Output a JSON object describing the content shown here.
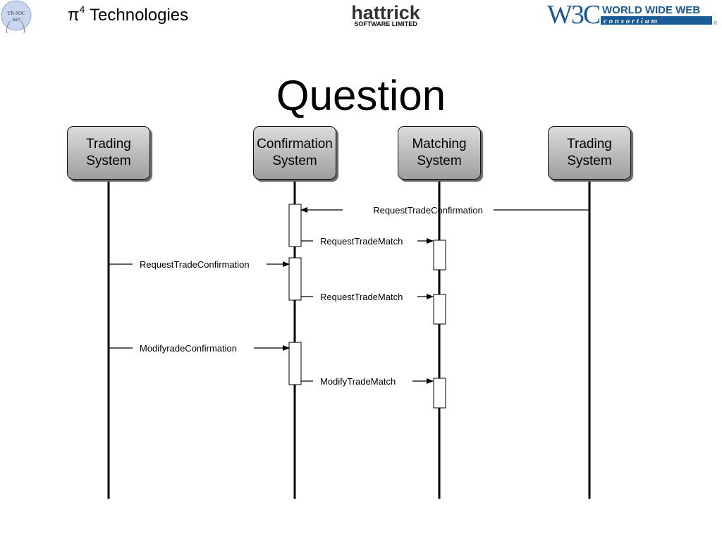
{
  "header": {
    "company_pi": "π",
    "company_sup": "4",
    "company_name": " Technologies",
    "badge_line1": "YR-SOC",
    "badge_line2": "2007",
    "hattrick_word": "hattrick",
    "hattrick_sub": "SOFTWARE LIMITED",
    "w3c_mark": "W3C",
    "w3c_line1": "WORLD WIDE WEB",
    "w3c_line2": "c o n s o r t i u m",
    "w3c_reg": "®"
  },
  "title": "Question",
  "actors": [
    {
      "line1": "Trading",
      "line2": "System"
    },
    {
      "line1": "Confirmation",
      "line2": "System"
    },
    {
      "line1": "Matching",
      "line2": "System"
    },
    {
      "line1": "Trading",
      "line2": "System"
    }
  ],
  "messages": [
    {
      "label": "RequestTradeConfirmation",
      "from": 3,
      "to": 1
    },
    {
      "label": "RequestTradeMatch",
      "from": 1,
      "to": 2
    },
    {
      "label": "RequestTradeConfirmation",
      "from": 0,
      "to": 1
    },
    {
      "label": "RequestTradeMatch",
      "from": 1,
      "to": 2
    },
    {
      "label": "ModifyradeConfirmation",
      "from": 0,
      "to": 1
    },
    {
      "label": "ModifyTradeMatch",
      "from": 1,
      "to": 2
    }
  ],
  "colors": {
    "w3c_blue": "#1a5a96",
    "badge_blue": "#c9d6ee"
  }
}
